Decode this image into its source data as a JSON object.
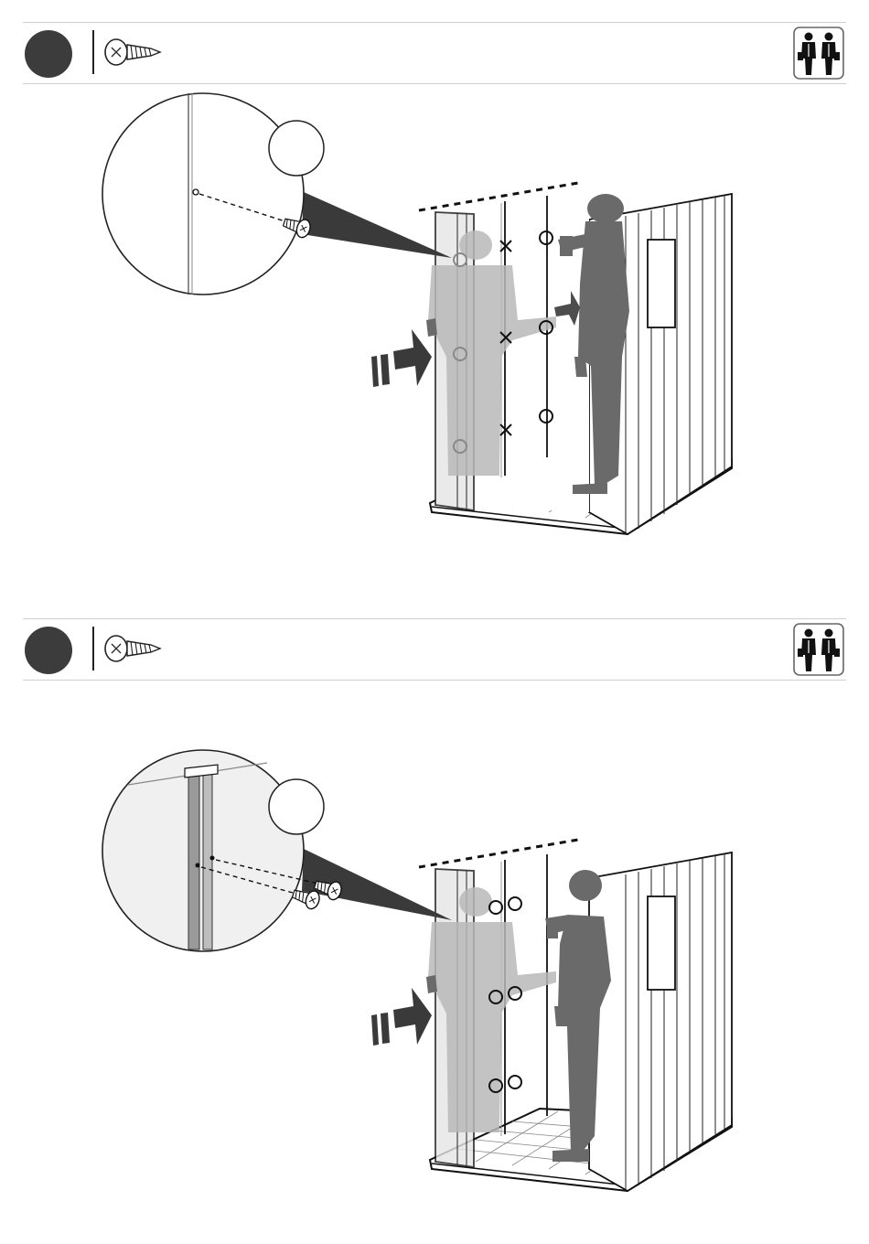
{
  "document": {
    "type": "assembly-instructions",
    "steps": [
      {
        "id": "step-a",
        "hardware_icon": "screw-icon",
        "people_icon": "two-person-icon",
        "detail_markers": [
          "circle",
          "circle",
          "circle",
          "cross",
          "cross",
          "cross",
          "circle",
          "circle",
          "circle"
        ]
      },
      {
        "id": "step-b",
        "hardware_icon": "screw-icon",
        "people_icon": "two-person-icon",
        "detail_markers": [
          "double-circle",
          "double-circle",
          "double-circle"
        ]
      }
    ],
    "colors": {
      "badge": "#3c3c3c",
      "figure_dark": "#6a6a6a",
      "figure_light": "#b9b9b9",
      "line": "#1a1a1a",
      "arrow": "#3a3a3a"
    }
  }
}
